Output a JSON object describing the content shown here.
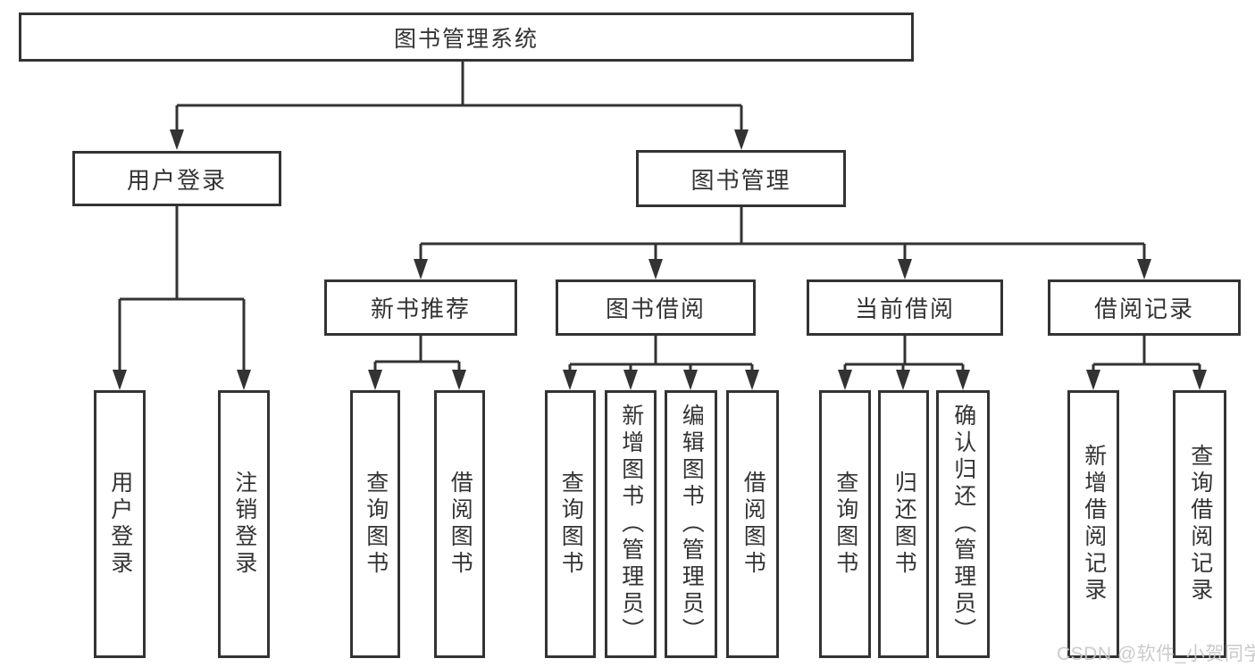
{
  "tree": {
    "root": {
      "label": "图书管理系统"
    },
    "branches": [
      {
        "label": "用户登录",
        "children": [
          {
            "label": "用户登录"
          },
          {
            "label": "注销登录"
          }
        ]
      },
      {
        "label": "图书管理",
        "children": [
          {
            "label": "新书推荐",
            "children": [
              {
                "label": "查询图书"
              },
              {
                "label": "借阅图书"
              }
            ]
          },
          {
            "label": "图书借阅",
            "children": [
              {
                "label": "查询图书"
              },
              {
                "label": "新增图书（管理员）"
              },
              {
                "label": "编辑图书（管理员）"
              },
              {
                "label": "借阅图书"
              }
            ]
          },
          {
            "label": "当前借阅",
            "children": [
              {
                "label": "查询图书"
              },
              {
                "label": "归还图书"
              },
              {
                "label": "确认归还（管理员）"
              }
            ]
          },
          {
            "label": "借阅记录",
            "children": [
              {
                "label": "新增借阅记录"
              },
              {
                "label": "查询借阅记录"
              }
            ]
          }
        ]
      }
    ]
  },
  "watermark": {
    "text": "CSDN @软件_小贺同学"
  },
  "colors": {
    "line": "#333333",
    "text": "#333333",
    "background": "#ffffff",
    "watermark": "#c7c7c7"
  }
}
